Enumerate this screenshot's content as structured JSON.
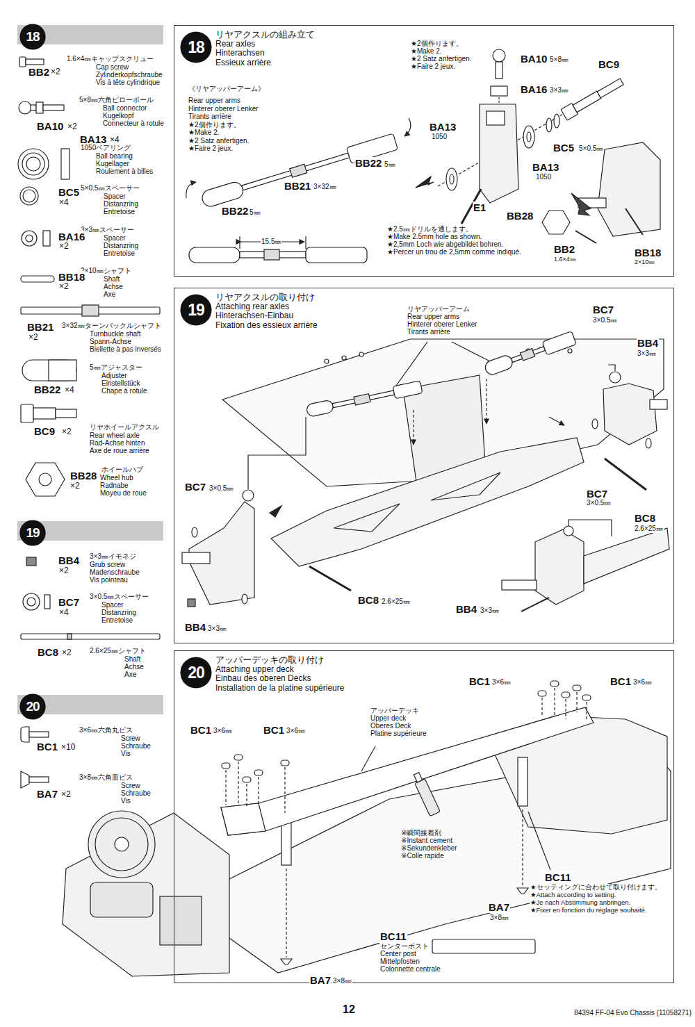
{
  "diagram": {
    "nodes": [
      {
        "text": [
          "18"
        ]
      },
      {
        "text": [
          "19"
        ]
      },
      {
        "text": [
          "20"
        ]
      },
      {
        "text": [
          "リヤアクスルの組み立て",
          "Rear axles",
          "Hinterachsen",
          "Essieux arrière"
        ]
      },
      {
        "text": [
          "18"
        ],
        "in": 3
      },
      {
        "text": [
          "リヤアクスルの取り付け",
          "Attaching rear axles",
          "Hinterachsen-Einbau",
          "Fixation des essieux arrière"
        ]
      },
      {
        "text": [
          "19"
        ],
        "in": 5
      },
      {
        "text": [
          "アッパーデッキの取り付け",
          "Attaching upper deck",
          "Einbau des oberen Decks",
          "Installation de la platine supérieure"
        ]
      },
      {
        "text": [
          "20"
        ],
        "in": 7
      }
    ],
    "labels": [
      "1.6×4㎜キャップスクリュー",
      "Cap screw",
      "Zylinderkopfschraube",
      "Vis à tête cylindrique",
      "BB2",
      "×2",
      "5×8㎜六角ピローボール",
      "Ball connector",
      "Kugelkopf",
      "Connecteur à rotule",
      "BA10",
      "×2",
      "BA13",
      "×4",
      "1050ベアリング",
      "Ball bearing",
      "Kugellager",
      "Roulement à billes",
      "5×0.5㎜スペーサー",
      "Spacer",
      "Distanzring",
      "Entretoise",
      "BC5",
      "×4",
      "3×3㎜スペーサー",
      "Spacer",
      "Distanzring",
      "Entretoise",
      "BA16",
      "×2",
      "2×10㎜シャフト",
      "Shaft",
      "Achse",
      "Axe",
      "BB18",
      "×2",
      "3×32㎜ターンバックルシャフト",
      "Turnbuckle shaft",
      "Spann-Achse",
      "Biellette à pas inversés",
      "BB21",
      "×2",
      "5㎜アジャスター",
      "Adjuster",
      "Einstellstück",
      "Chape à rotule",
      "BB22",
      "×4",
      "リヤホイールアクスル",
      "Rear wheel axle",
      "Rad-Achse hinten",
      "Axe de roue arrière",
      "BC9",
      "×2",
      "ホイールハブ",
      "Wheel hub",
      "Radnabe",
      "Moyeu de roue",
      "BB28",
      "×2",
      "3×3㎜イモネジ",
      "Grub screw",
      "Madenschraube",
      "Vis pointeau",
      "BB4",
      "×2",
      "3×0.5㎜スペーサー",
      "Spacer",
      "Distanzring",
      "Entretoise",
      "BC7",
      "×4",
      "2.6×25㎜シャフト",
      "Shaft",
      "Achse",
      "Axe",
      "BC8",
      "×2",
      "3×6㎜六角丸ビス",
      "Screw",
      "Schraube",
      "Vis",
      "BC1",
      "×10",
      "3×8㎜六角皿ビス",
      "Screw",
      "Schraube",
      "Vis",
      "BA7",
      "×2",
      "《リヤアッパーアーム》",
      "Rear upper arms",
      "Hinterer oberer Lenker",
      "Tirants arrière",
      "★2個作ります。",
      "★Make 2.",
      "★2 Satz anfertigen.",
      "★Faire 2 jeux.",
      "BB22",
      "5㎜",
      "BB21",
      "3×32㎜",
      "BB22",
      "5㎜",
      "15.5㎜",
      "★2個作ります。",
      "★Make 2.",
      "★2 Satz anfertigen.",
      "★Faire 2 jeux.",
      "BA10",
      "5×8㎜",
      "BC9",
      "BA16",
      "3×3㎜",
      "BA13",
      "1050",
      "BC5",
      "5×0.5㎜",
      "BA13",
      "1050",
      "E1",
      "BB28",
      "★2.5㎜ドリルを通します。",
      "★Make 2.5mm hole as shown.",
      "★2,5mm Loch wie abgebildet bohren.",
      "★Percer un trou de 2,5mm comme indiqué.",
      "BB2",
      "1.6×4㎜",
      "BB18",
      "2×10㎜",
      "リヤアッパーアーム",
      "Rear upper arms",
      "Hinterer oberer Lenker",
      "Tirants arrière",
      "BC7",
      "3×0.5㎜",
      "BB4",
      "3×3㎜",
      "BC7",
      "3×0.5㎜",
      "BC7",
      "3×0.5㎜",
      "BC8",
      "2.6×25㎜",
      "BC8",
      "2.6×25㎜",
      "BB4",
      "3×3㎜",
      "BB4",
      "3×3㎜",
      "BC1",
      "3×6㎜",
      "BC1",
      "3×6㎜",
      "BC1",
      "3×6㎜",
      "BC1",
      "3×6㎜",
      "アッパーデッキ",
      "Upper deck",
      "Oberes Deck",
      "Platine supérieure",
      "※瞬間接着剤",
      "※Instant cement",
      "※Sekundenkleber",
      "※Colle rapide",
      "BC11",
      "★セッティングに合わせて取り付けます。",
      "★Attach according to setting.",
      "★Je nach Abstimmung anbringen.",
      "★Fixer en fonction du réglage souhaité.",
      "BA7",
      "3×8㎜",
      "BC11",
      "センターポスト",
      "Center post",
      "Mittelpfosten",
      "Colonnette centrale",
      "BA7",
      "3×8㎜",
      "12",
      "84394 FF-04 Evo Chassis (11058271)"
    ]
  }
}
